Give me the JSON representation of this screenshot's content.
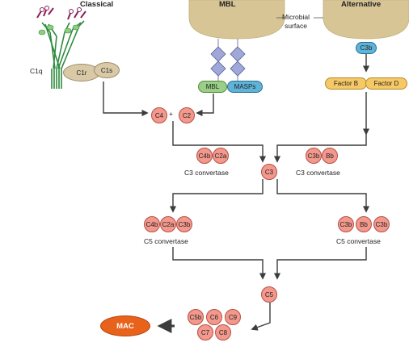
{
  "pathways": {
    "classical": "Classical",
    "mbl": "MBL",
    "alternative": "Alternative"
  },
  "microbial_surface": "Microbial\nsurface",
  "classical": {
    "c1q": "C1q",
    "c1r": "C1r",
    "c1s": "C1s"
  },
  "mbl": {
    "mbl": "MBL",
    "masps": "MASPs"
  },
  "alternative": {
    "c3b": "C3b",
    "factor_b": "Factor B",
    "factor_d": "Factor D"
  },
  "initiation": {
    "c4": "C4",
    "plus": "+",
    "c2": "C2"
  },
  "c3_convertase_classical": {
    "c4b": "C4b",
    "c2a": "C2a",
    "label": "C3 convertase"
  },
  "c3_convertase_alternative": {
    "c3b": "C3b",
    "bb": "Bb",
    "label": "C3 convertase"
  },
  "c3": "C3",
  "c5_convertase_classical": {
    "c4b": "C4b",
    "c2a": "C2a",
    "c3b": "C3b",
    "label": "C5 convertase"
  },
  "c5_convertase_alternative": {
    "c3b_1": "C3b",
    "bb": "Bb",
    "c3b_2": "C3b",
    "label": "C5 convertase"
  },
  "c5": "C5",
  "terminal": {
    "c5b": "C5b",
    "c6": "C6",
    "c9": "C9",
    "c7": "C7",
    "c8": "C8"
  },
  "mac": "MAC",
  "colors": {
    "complement": "#f2988c",
    "complement_border": "#b94e44",
    "surface": "#d8c596",
    "c1": "#d9c9a6",
    "mbl": "#9bcf87",
    "masps": "#5fb3d9",
    "factor": "#f7c866",
    "mac": "#e9621b",
    "arrow": "#3c3c3c"
  }
}
